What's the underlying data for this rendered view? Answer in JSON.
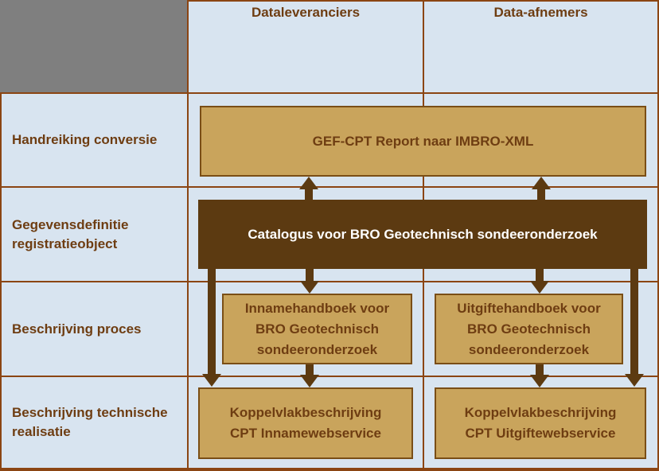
{
  "palette": {
    "background": "#D8E4F0",
    "grid": "#8B4513",
    "gray_cell": "#7F7F7F",
    "tan_fill": "#C9A45C",
    "tan_border": "#7A4E16",
    "dark_brown": "#5C3A11",
    "text_brown": "#6E3D12",
    "box_text_white": "#FFFFFF"
  },
  "column_headers": [
    {
      "label": "Dataleveranciers"
    },
    {
      "label": "Data-afnemers"
    }
  ],
  "row_headers": [
    {
      "label": "Handreiking conversie"
    },
    {
      "label": "Gegevensdefinitie\nregistratieobject"
    },
    {
      "label": "Beschrijving proces"
    },
    {
      "label": "Beschrijving technische\nrealisatie"
    }
  ],
  "boxes": {
    "gef_conversie": {
      "label": "GEF-CPT Report naar IMBRO-XML"
    },
    "catalogus": {
      "label": "Catalogus voor BRO Geotechnisch sondeeronderzoek"
    },
    "innamehandboek": {
      "label": "Innamehandboek voor\nBRO Geotechnisch\nsondeeronderzoek"
    },
    "uitgiftehandboek": {
      "label": "Uitgiftehandboek voor\nBRO Geotechnisch\nsondeeronderzoek"
    },
    "koppelvlak_inname": {
      "label": "Koppelvlakbeschrijving\nCPT Innamewebservice"
    },
    "koppelvlak_uitgifte": {
      "label": "Koppelvlakbeschrijving\nCPT Uitgiftewebservice"
    }
  },
  "connections": [
    {
      "from": "catalogus",
      "to": "gef_conversie",
      "direction": "up",
      "column": "dataleveranciers"
    },
    {
      "from": "catalogus",
      "to": "gef_conversie",
      "direction": "up",
      "column": "data-afnemers"
    },
    {
      "from": "catalogus",
      "to": "koppelvlak_inname",
      "direction": "down"
    },
    {
      "from": "catalogus",
      "to": "innamehandboek",
      "direction": "down"
    },
    {
      "from": "catalogus",
      "to": "uitgiftehandboek",
      "direction": "down"
    },
    {
      "from": "catalogus",
      "to": "koppelvlak_uitgifte",
      "direction": "down"
    },
    {
      "from": "innamehandboek",
      "to": "koppelvlak_inname",
      "direction": "down"
    },
    {
      "from": "uitgiftehandboek",
      "to": "koppelvlak_uitgifte",
      "direction": "down"
    }
  ]
}
